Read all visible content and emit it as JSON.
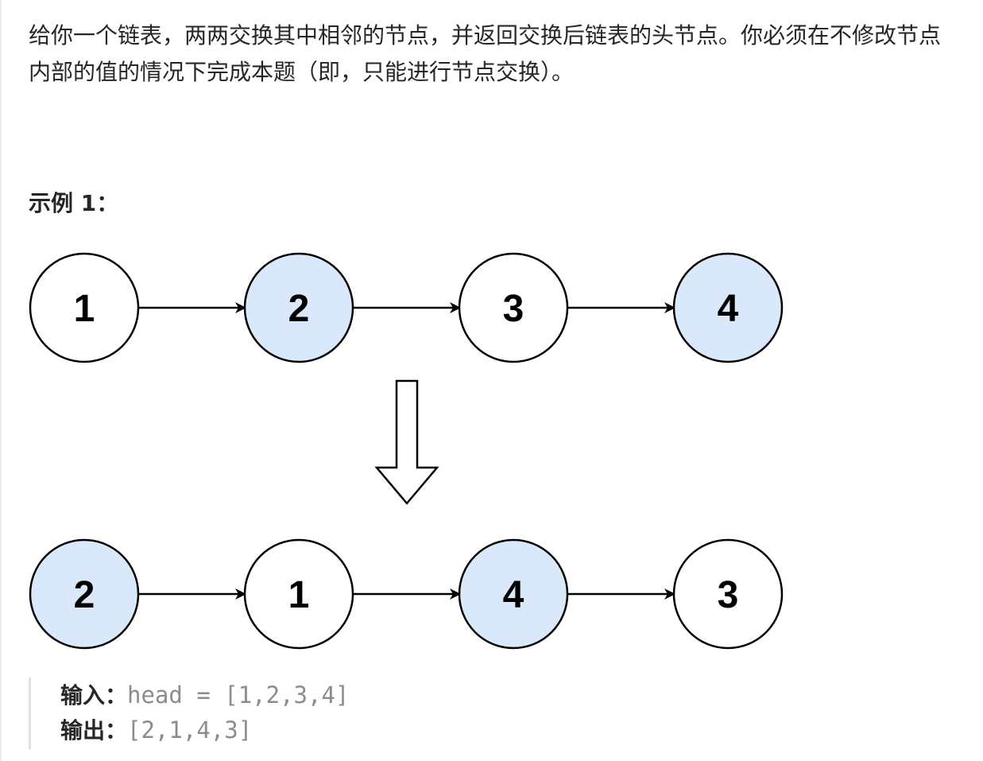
{
  "problem": {
    "description": "给你一个链表，两两交换其中相邻的节点，并返回交换后链表的头节点。你必须在不修改节点内部的值的情况下完成本题（即，只能进行节点交换）。"
  },
  "example": {
    "title": "示例 1：",
    "before_list": [
      "1",
      "2",
      "3",
      "4"
    ],
    "after_list": [
      "2",
      "1",
      "4",
      "3"
    ],
    "highlight_values": [
      "2",
      "4"
    ],
    "input_label": "输入：",
    "input_value": "head = [1,2,3,4]",
    "output_label": "输出：",
    "output_value": "[2,1,4,3]"
  },
  "colors": {
    "highlight_fill": "#dae8fc",
    "plain_fill": "#ffffff",
    "stroke": "#000000"
  }
}
